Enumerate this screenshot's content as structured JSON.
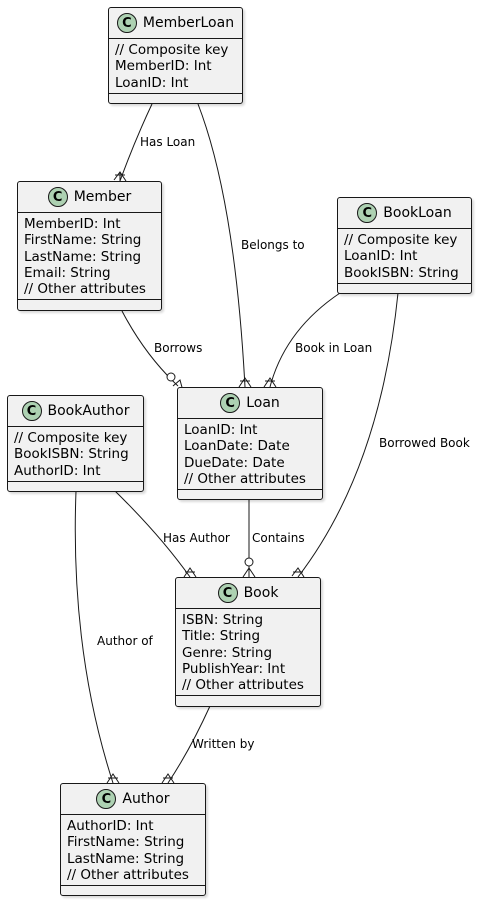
{
  "classes": {
    "memberloan": {
      "icon": "C",
      "name": "MemberLoan",
      "attrs": [
        "// Composite key",
        "MemberID: Int",
        "LoanID: Int"
      ]
    },
    "member": {
      "icon": "C",
      "name": "Member",
      "attrs": [
        "MemberID: Int",
        "FirstName: String",
        "LastName: String",
        "Email: String",
        "// Other attributes"
      ]
    },
    "bookloan": {
      "icon": "C",
      "name": "BookLoan",
      "attrs": [
        "// Composite key",
        "LoanID: Int",
        "BookISBN: String"
      ]
    },
    "bookauthor": {
      "icon": "C",
      "name": "BookAuthor",
      "attrs": [
        "// Composite key",
        "BookISBN: String",
        "AuthorID: Int"
      ]
    },
    "loan": {
      "icon": "C",
      "name": "Loan",
      "attrs": [
        "LoanID: Int",
        "LoanDate: Date",
        "DueDate: Date",
        "// Other attributes"
      ]
    },
    "book": {
      "icon": "C",
      "name": "Book",
      "attrs": [
        "ISBN: String",
        "Title: String",
        "Genre: String",
        "PublishYear: Int",
        "// Other attributes"
      ]
    },
    "author": {
      "icon": "C",
      "name": "Author",
      "attrs": [
        "AuthorID: Int",
        "FirstName: String",
        "LastName: String",
        "// Other attributes"
      ]
    }
  },
  "relations": {
    "has_loan": "Has Loan",
    "belongs_to": "Belongs to",
    "borrows": "Borrows",
    "book_in_loan": "Book in Loan",
    "borrowed_book": "Borrowed Book",
    "has_author": "Has Author",
    "contains": "Contains",
    "author_of": "Author of",
    "written_by": "Written by"
  },
  "colors": {
    "box_fill": "#f1f1f1",
    "border": "#181818",
    "class_icon": "#add1b2"
  }
}
